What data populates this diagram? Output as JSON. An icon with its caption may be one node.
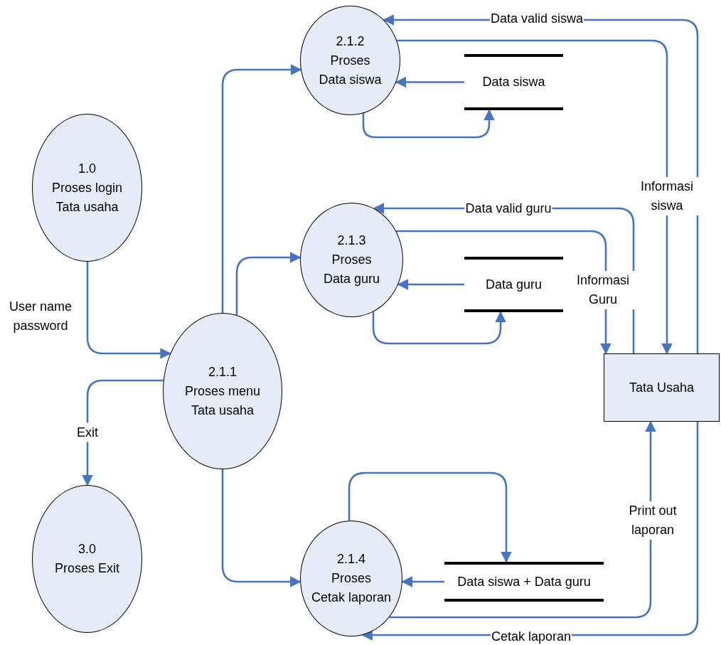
{
  "diagram": {
    "nodes": [
      {
        "text": [
          "1.0",
          "Proses login Tata usaha"
        ]
      },
      {
        "text": [
          "2.1.1",
          "Proses menu Tata usaha"
        ]
      },
      {
        "text": [
          "3.0",
          "Proses Exit"
        ]
      },
      {
        "text": [
          "2.1.2",
          "Proses Data siswa"
        ]
      },
      {
        "text": [
          "Data siswa"
        ]
      },
      {
        "text": [
          "2.1.3",
          "Proses Data guru"
        ]
      },
      {
        "text": [
          "Data guru"
        ]
      },
      {
        "text": [
          "2.1.4",
          "Proses",
          "Cetak laporan"
        ]
      },
      {
        "text": [
          "Data siswa + Data guru"
        ]
      },
      {
        "text": [
          "Tata Usaha"
        ]
      }
    ],
    "edges": [
      {
        "from": 0,
        "to": 1,
        "label": "User name password",
        "arrow": "to"
      },
      {
        "from": 1,
        "to": 2,
        "label": "Exit",
        "arrow": "to"
      },
      {
        "from": 1,
        "to": 3,
        "arrow": "to"
      },
      {
        "from": 1,
        "to": 5,
        "arrow": "to"
      },
      {
        "from": 1,
        "to": 7,
        "arrow": "to"
      },
      {
        "from": 4,
        "to": 3,
        "arrow": "to"
      },
      {
        "from": 3,
        "to": 4,
        "arrow": "to"
      },
      {
        "from": 9,
        "to": 3,
        "label": "Data valid siswa",
        "arrow": "to"
      },
      {
        "from": 3,
        "to": 9,
        "label": "Informasi siswa",
        "arrow": "to"
      },
      {
        "from": 6,
        "to": 5,
        "arrow": "to"
      },
      {
        "from": 5,
        "to": 6,
        "arrow": "to"
      },
      {
        "from": 9,
        "to": 5,
        "label": "Data valid guru",
        "arrow": "to"
      },
      {
        "from": 5,
        "to": 9,
        "label": "Informasi Guru",
        "arrow": "to"
      },
      {
        "from": 7,
        "to": 8,
        "arrow": "to"
      },
      {
        "from": 8,
        "to": 7,
        "arrow": "to"
      },
      {
        "from": 7,
        "to": 9,
        "label": "Print out laporan",
        "arrow": "to"
      },
      {
        "from": 9,
        "to": 7,
        "label": "Cetak laporan",
        "arrow": "to"
      }
    ]
  }
}
